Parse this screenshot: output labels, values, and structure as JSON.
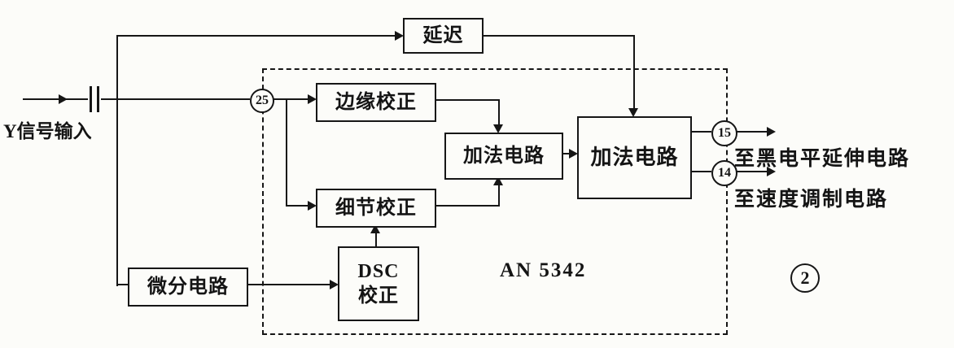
{
  "diagram": {
    "input_label": "Y信号输入",
    "ic_label": "AN 5342",
    "figure_number": "2",
    "boxes": {
      "delay": "延迟",
      "edge_correction": "边缘校正",
      "detail_correction": "细节校正",
      "adder1": "加法电路",
      "adder2": "加法电路",
      "differentiator": "微分电路",
      "dsc_line1": "DSC",
      "dsc_line2": "校正"
    },
    "nodes": {
      "pin25": "25",
      "pin15": "15",
      "pin14": "14"
    },
    "outputs": {
      "black_level": "至黑电平延伸电路",
      "velocity_modulation": "至速度调制电路"
    },
    "colors": {
      "line": "#161616",
      "background": "#fcfcf9"
    }
  }
}
